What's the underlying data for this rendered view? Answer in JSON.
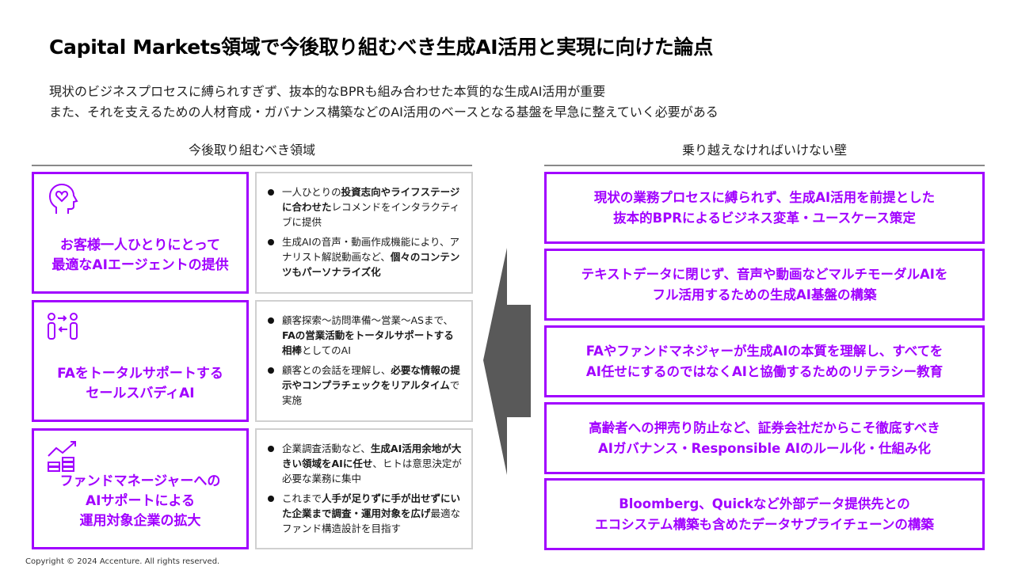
{
  "title": "Capital Markets領域で今後取り組むべき生成AI活用と実現に向けた論点",
  "subtitle": [
    "現状のビジネスプロセスに縛られすぎず、抜本的なBPRも組み合わせた本質的な生成AI活用が重要",
    "また、それを支えるための人材育成・ガバナンス構築などのAI活用のベースとなる基盤を早急に整えていく必要がある"
  ],
  "left_header": "今後取り組むべき領域",
  "right_header": "乗り越えなければいけない壁",
  "areas": [
    {
      "icon": "head-heart-icon",
      "title": [
        "お客様一人ひとりにとって",
        "最適なAIエージェントの提供"
      ],
      "bullets": [
        [
          [
            "一人ひとりの",
            false
          ],
          [
            "投資志向やライフステージに合わせた",
            true
          ],
          [
            "レコメンドをインタラクティブに提供",
            false
          ]
        ],
        [
          [
            "生成AIの音声・動画作成機能により、アナリスト解説動画など、",
            false
          ],
          [
            "個々のコンテンツもパーソナライズ化",
            true
          ]
        ]
      ]
    },
    {
      "icon": "people-exchange-icon",
      "title": [
        "FAをトータルサポートする",
        "セールスバディAI"
      ],
      "bullets": [
        [
          [
            "顧客探索～訪問準備～営業～ASまで、",
            false
          ],
          [
            "FAの営業活動をトータルサポートする相棒",
            true
          ],
          [
            "としてのAI",
            false
          ]
        ],
        [
          [
            "顧客との会話を理解し、",
            false
          ],
          [
            "必要な情報の提示やコンプラチェックをリアルタイム",
            true
          ],
          [
            "で実施",
            false
          ]
        ]
      ]
    },
    {
      "icon": "growth-coins-icon",
      "title": [
        "ファンドマネージャーへの",
        "AIサポートによる",
        "運用対象企業の拡大"
      ],
      "bullets": [
        [
          [
            "企業調査活動など、",
            false
          ],
          [
            "生成AI活用余地が大きい領域をAIに任せ",
            true
          ],
          [
            "、ヒトは意思決定が必要な業務に集中",
            false
          ]
        ],
        [
          [
            "これまで",
            false
          ],
          [
            "人手が足りずに手が出せずにいた企業まで調査・運用対象を広げ",
            true
          ],
          [
            "最適なファンド構造設計を目指す",
            false
          ]
        ]
      ]
    }
  ],
  "walls": [
    [
      "現状の業務プロセスに縛られず、生成AI活用を前提とした",
      "抜本的BPRによるビジネス変革・ユースケース策定"
    ],
    [
      "テキストデータに閉じず、音声や動画などマルチモーダルAIを",
      "フル活用するための生成AI基盤の構築"
    ],
    [
      "FAやファンドマネジャーが生成AIの本質を理解し、すべてを",
      "AI任せにするのではなくAIと協働するためのリテラシー教育"
    ],
    [
      "高齢者への押売り防止など、証券会社だからこそ徹底すべき",
      "AIガバナンス・Responsible AIのルール化・仕組み化"
    ],
    [
      "Bloomberg、Quickなど外部データ提供先との",
      "エコシステム構築も含めたデータサプライチェーンの構築"
    ]
  ],
  "copyright": "Copyright © 2024 Accenture. All rights reserved.",
  "colors": {
    "accent": "#a100ff",
    "arrow": "#595959"
  }
}
